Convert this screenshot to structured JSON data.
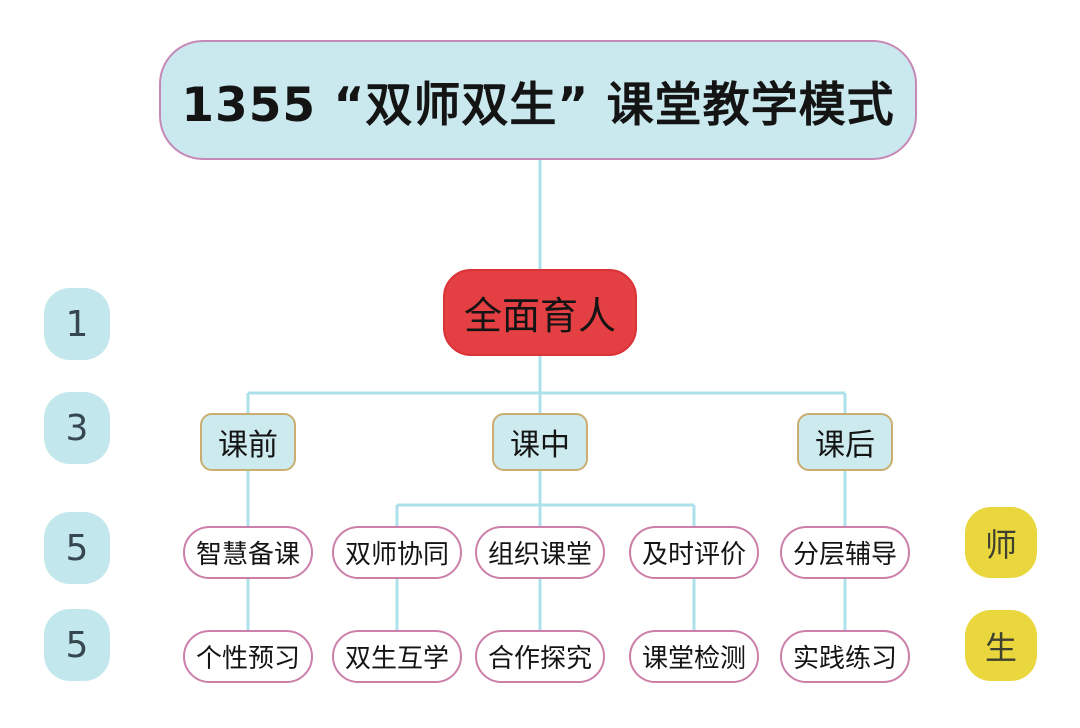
{
  "title": "1355 “双师双生” 课堂教学模式",
  "root": {
    "label": "全面育人"
  },
  "phases": [
    {
      "label": "课前"
    },
    {
      "label": "课中"
    },
    {
      "label": "课后"
    }
  ],
  "teacher_row": {
    "side_label": "师",
    "items": [
      "智慧备课",
      "双师协同",
      "组织课堂",
      "及时评价",
      "分层辅导"
    ]
  },
  "student_row": {
    "side_label": "生",
    "items": [
      "个性预习",
      "双生互学",
      "合作探究",
      "课堂检测",
      "实践练习"
    ]
  },
  "left_numbers": [
    "1",
    "3",
    "5",
    "5"
  ],
  "colors": {
    "node_fill_cyan": "#c9e9ee",
    "root_red": "#e43f43",
    "phase_border_tan": "#c9ae6f",
    "pill_border_pink": "#cb7fa9",
    "title_border_pink": "#c688b6",
    "connector_blue": "#ace0ea",
    "badge_yellow": "#e9d73d",
    "badge_cyan": "#c2e7ed"
  }
}
